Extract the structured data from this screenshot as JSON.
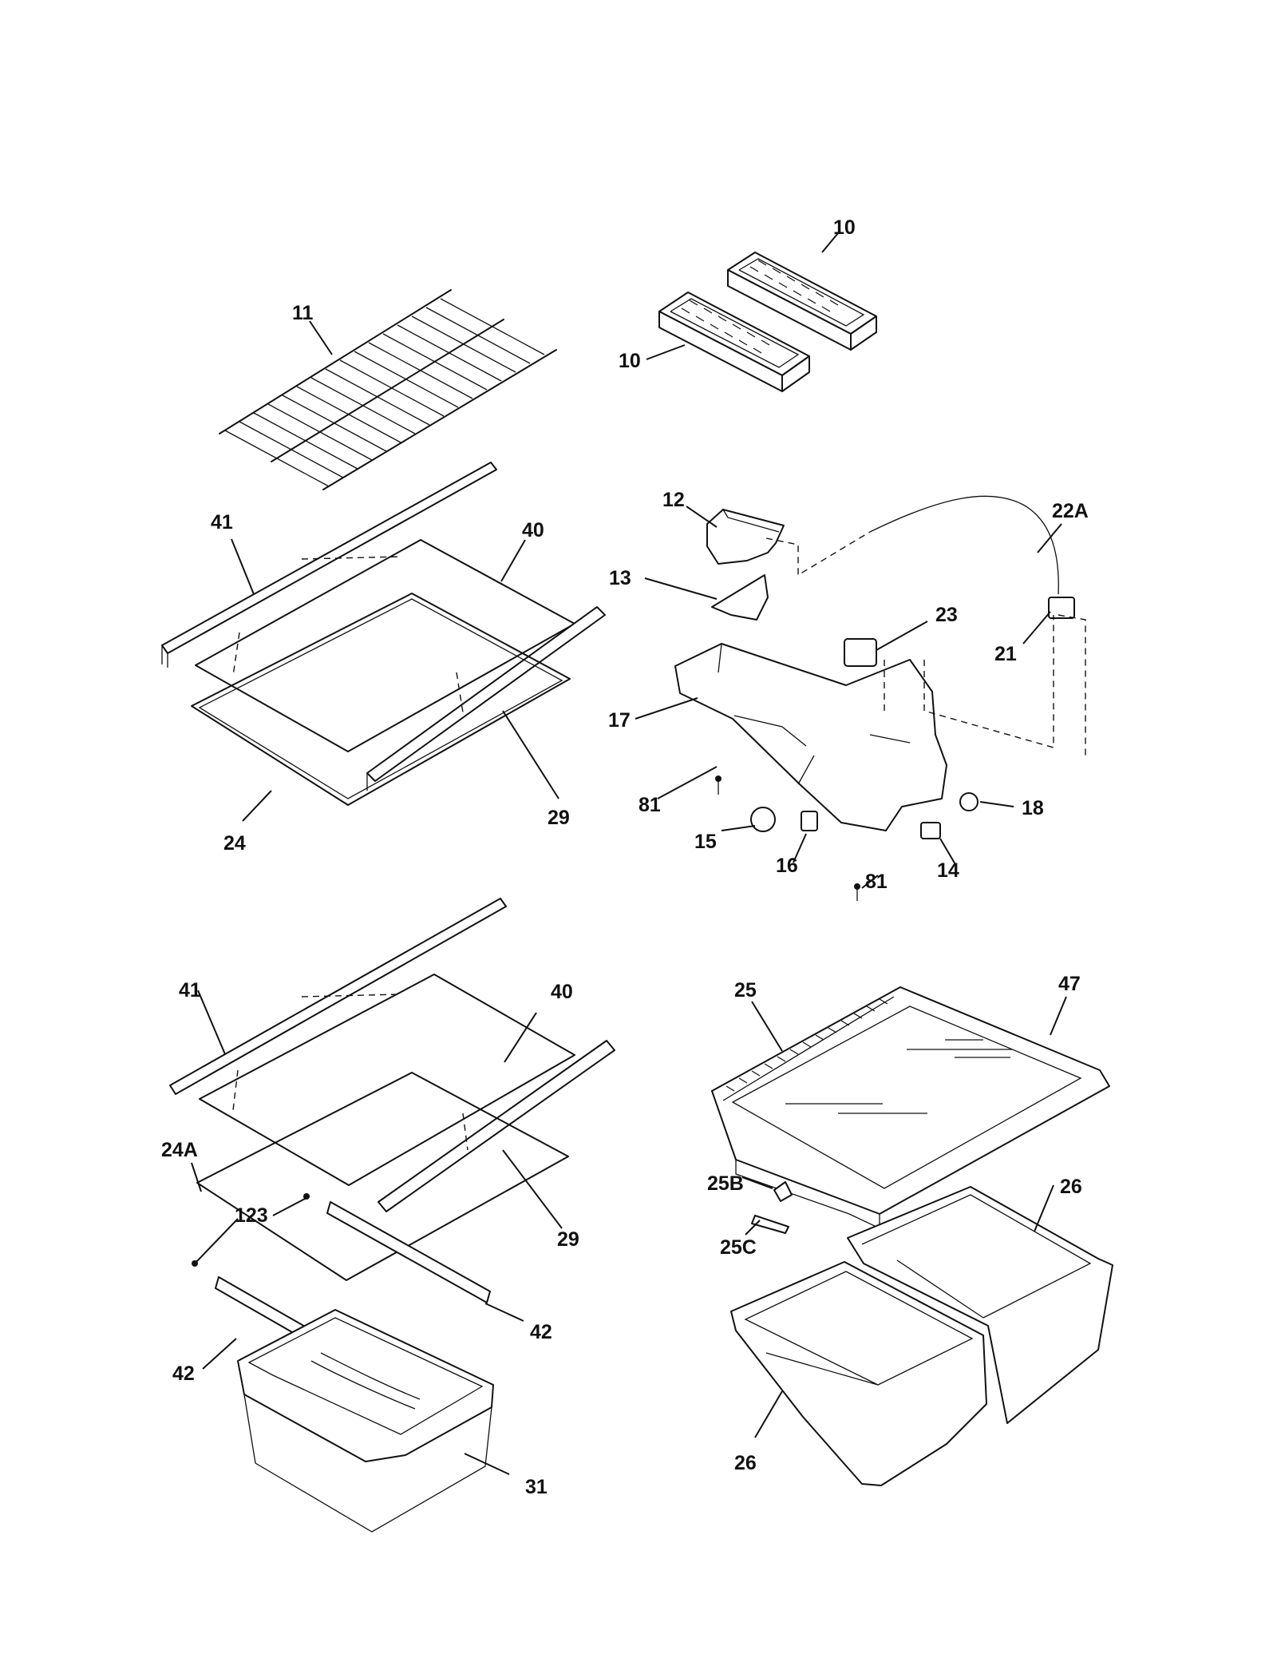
{
  "labels": {
    "p10a": "10",
    "p10b": "10",
    "p11": "11",
    "p12": "12",
    "p13": "13",
    "p22A": "22A",
    "p23": "23",
    "p21": "21",
    "p17": "17",
    "p81a": "81",
    "p15": "15",
    "p16": "16",
    "p81b": "81",
    "p14": "14",
    "p18": "18",
    "p41a": "41",
    "p40a": "40",
    "p29a": "29",
    "p24": "24",
    "p41b": "41",
    "p40b": "40",
    "p24A": "24A",
    "p123": "123",
    "p29b": "29",
    "p42a": "42",
    "p42b": "42",
    "p31": "31",
    "p25": "25",
    "p47": "47",
    "p25B": "25B",
    "p25C": "25C",
    "p26a": "26",
    "p26b": "26"
  }
}
